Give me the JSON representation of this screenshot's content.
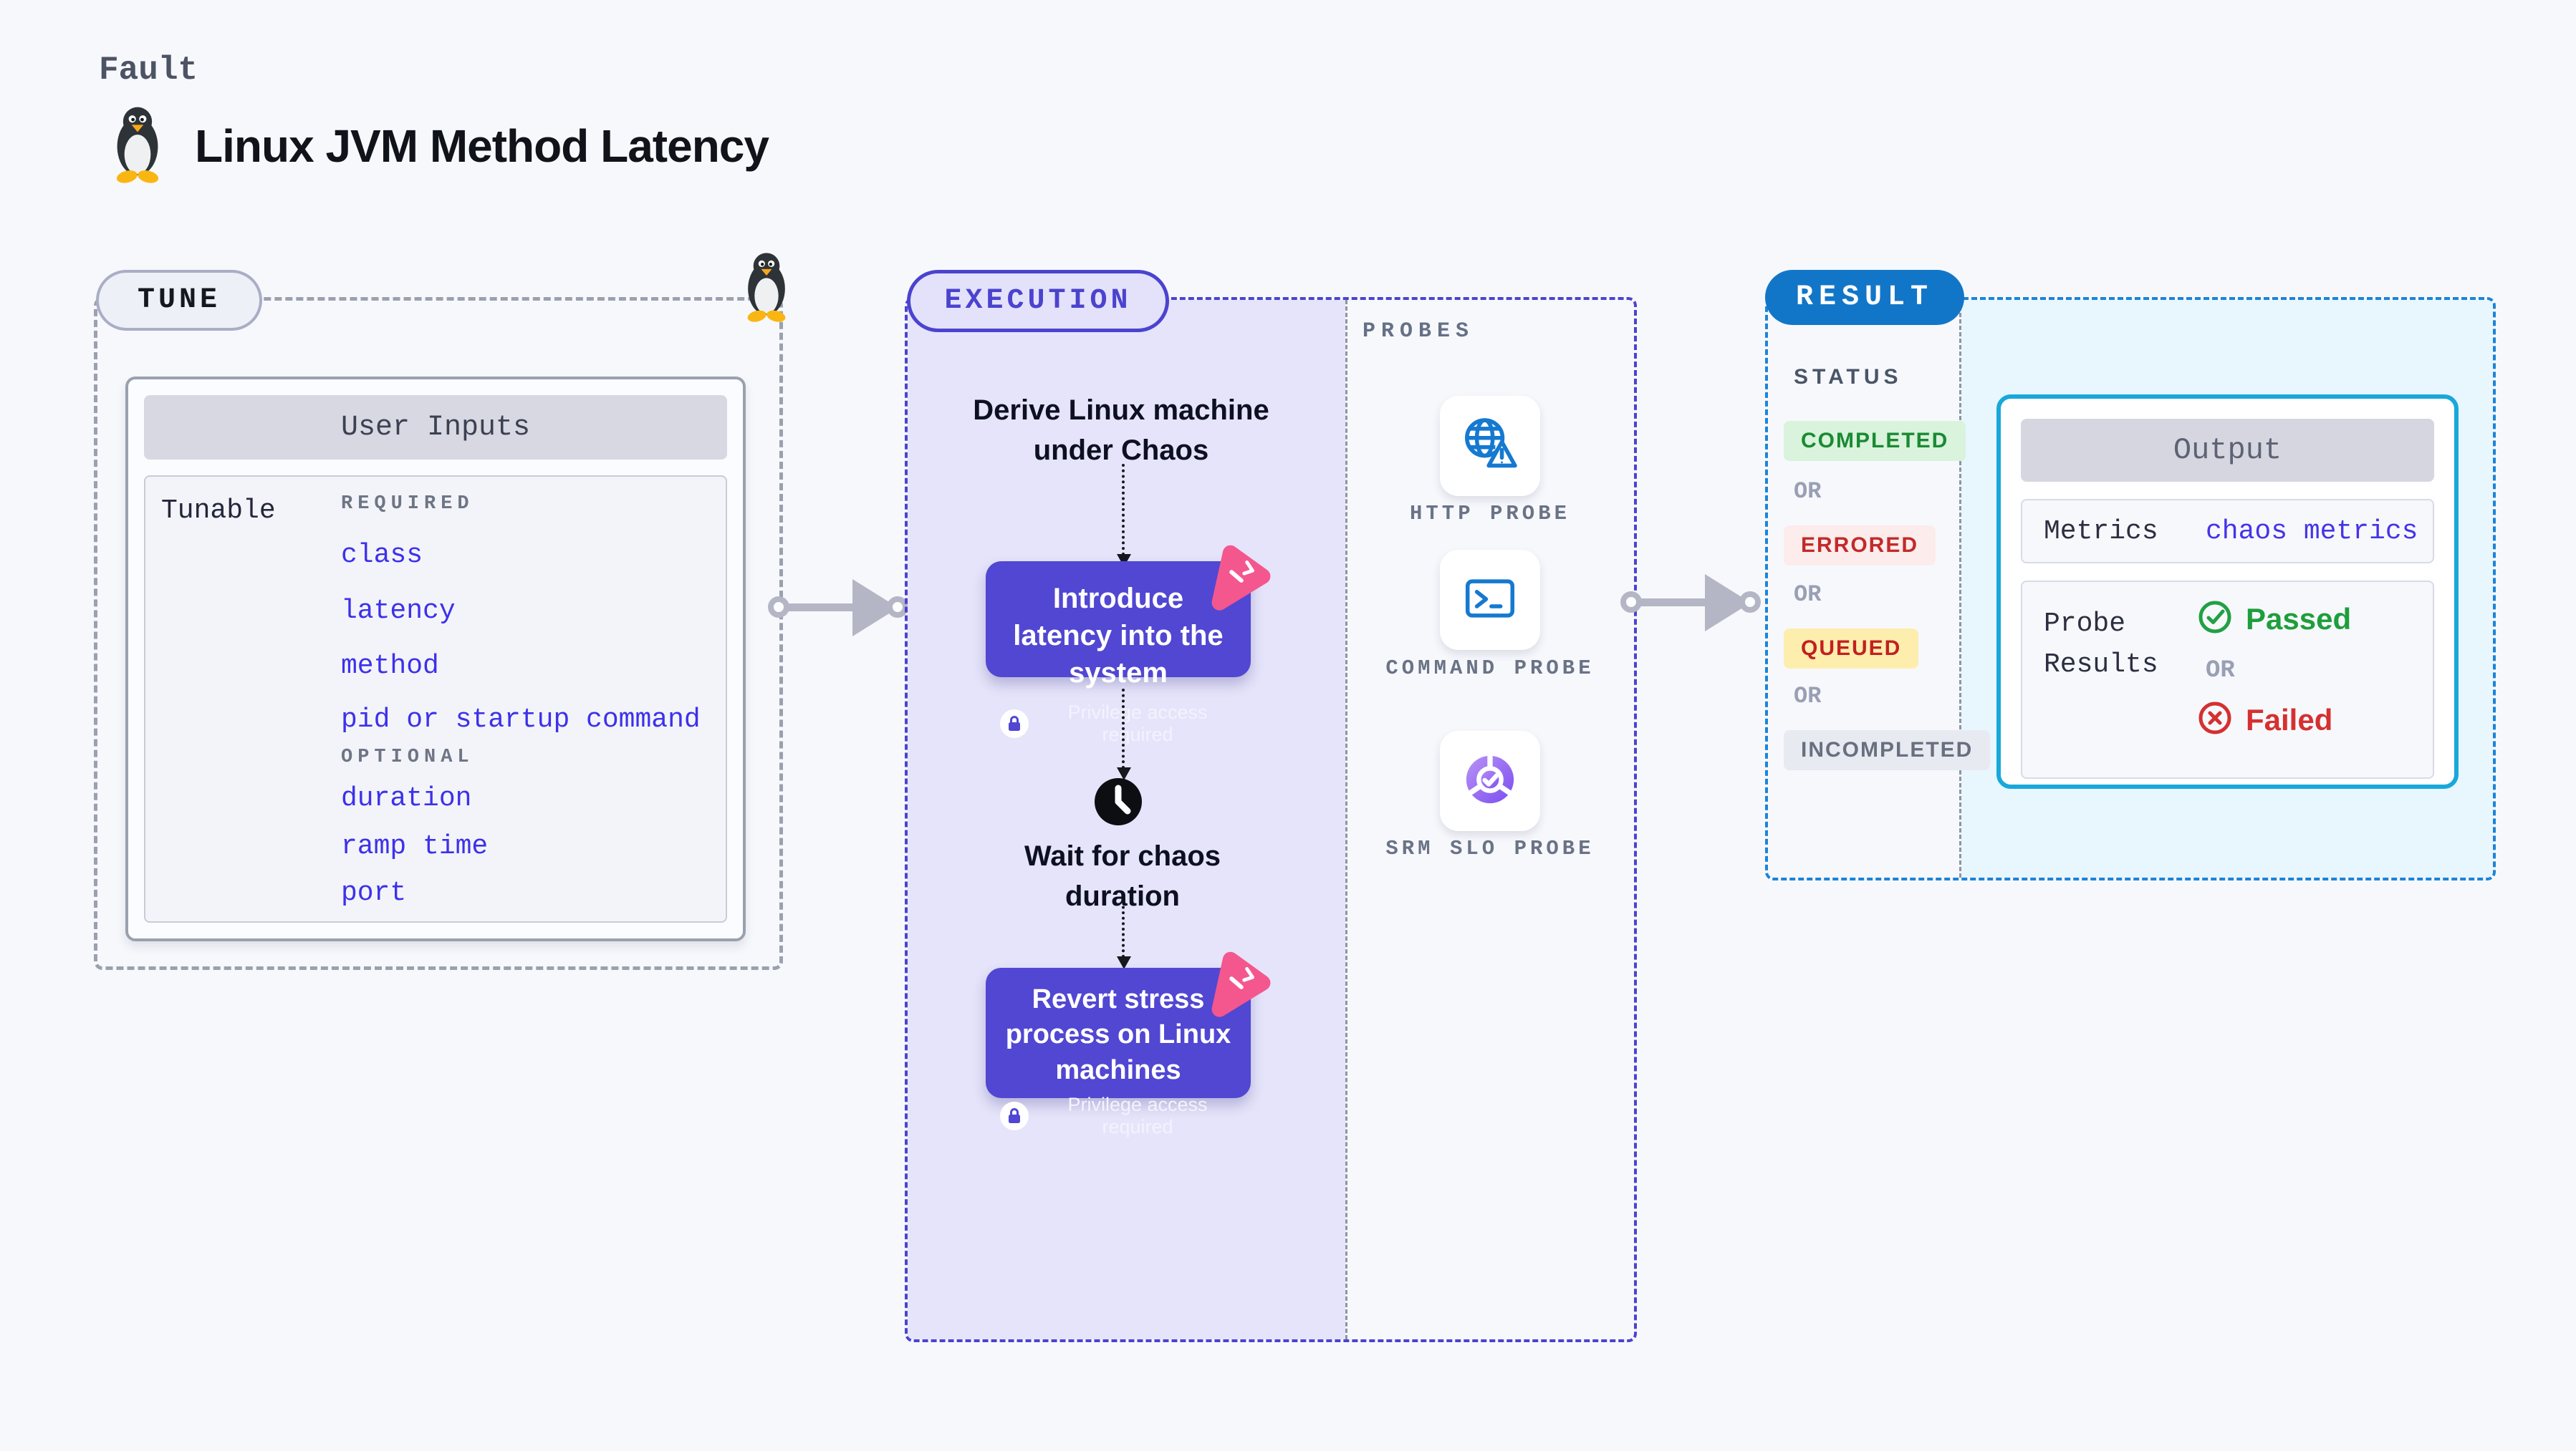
{
  "page": {
    "kicker": "Fault",
    "title": "Linux JVM Method Latency"
  },
  "tune": {
    "label": "TUNE",
    "card_title": "User Inputs",
    "row_label": "Tunable",
    "required_label": "REQUIRED",
    "required": [
      "class",
      "latency",
      "method",
      "pid or startup command"
    ],
    "optional_label": "OPTIONAL",
    "optional": [
      "duration",
      "ramp time",
      "port"
    ]
  },
  "execution": {
    "label": "EXECUTION",
    "derive_step": "Derive Linux machine under Chaos",
    "introduce_step": "Introduce latency into the system",
    "wait_step": "Wait for chaos duration",
    "revert_step": "Revert stress process on Linux machines",
    "privilege_note": "Privilege access required"
  },
  "probes": {
    "label": "PROBES",
    "items": [
      {
        "name": "HTTP PROBE",
        "icon": "globe-alert-icon"
      },
      {
        "name": "COMMAND PROBE",
        "icon": "terminal-icon"
      },
      {
        "name": "SRM SLO PROBE",
        "icon": "slo-donut-check-icon"
      }
    ]
  },
  "result": {
    "label": "RESULT",
    "status_label": "STATUS",
    "or_label": "OR",
    "statuses": [
      {
        "text": "COMPLETED",
        "fg": "#1a8a33",
        "bg": "#d9f3dc"
      },
      {
        "text": "ERRORED",
        "fg": "#c22a2a",
        "bg": "#fcecec"
      },
      {
        "text": "QUEUED",
        "fg": "#c22020",
        "bg": "#fdeeae"
      },
      {
        "text": "INCOMPLETED",
        "fg": "#68707f",
        "bg": "#e8eaf2"
      }
    ],
    "output": {
      "title": "Output",
      "metrics_label": "Metrics",
      "metrics_value": "chaos metrics",
      "probe_results_label": "Probe Results",
      "passed_label": "Passed",
      "failed_label": "Failed",
      "or_label": "OR"
    }
  },
  "colors": {
    "accent_indigo": "#4b43cf",
    "action_purple": "#5147d2",
    "execution_bg": "#e5e4fa",
    "result_blue": "#1276c8",
    "result_border": "#1b84d9",
    "output_border": "#18a8da",
    "output_bg": "#e8f6fd",
    "link_blue": "#3d31ea",
    "probe_icon_blue": "#1579d0",
    "chaos_pink": "#f4578d",
    "passed_green": "#1f9e3c",
    "failed_red": "#d53030",
    "arrow_gray": "#b4b6c5"
  }
}
